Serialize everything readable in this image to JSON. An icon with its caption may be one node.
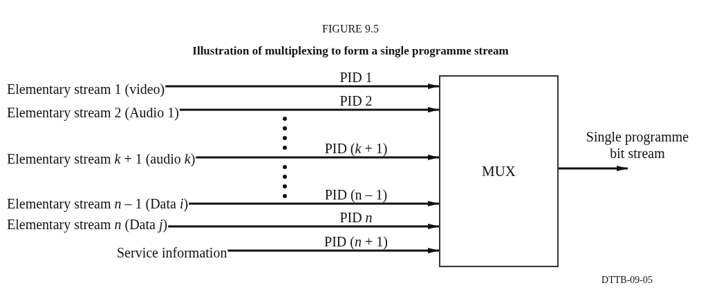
{
  "diagram": {
    "title": "Illustration of multiplexing to form a single programme stream",
    "nodes": [
      {
        "text": [
          "Elementary stream 1 (video)"
        ]
      },
      {
        "text": [
          "Elementary stream 2 (Audio 1)"
        ]
      },
      {
        "text": [
          "Elementary stream *k* + 1 (audio *k*)"
        ]
      },
      {
        "text": [
          "Elementary stream *n* – 1 (Data *i*)"
        ]
      },
      {
        "text": [
          "Elementary stream *n* (Data *j*)"
        ]
      },
      {
        "text": [
          "Service information"
        ]
      },
      {
        "text": [
          "MUX"
        ]
      }
    ],
    "edges": [
      {
        "from": 0,
        "to": 6,
        "arrow": "to",
        "label": "PID 1"
      },
      {
        "from": 1,
        "to": 6,
        "arrow": "to",
        "label": "PID 2"
      },
      {
        "from": 2,
        "to": 6,
        "arrow": "to",
        "label": "PID (*k* + 1)"
      },
      {
        "from": 3,
        "to": 6,
        "arrow": "to",
        "label": "PID (n – 1)"
      },
      {
        "from": 4,
        "to": 6,
        "arrow": "to",
        "label": "PID *n*"
      },
      {
        "from": 5,
        "to": 6,
        "arrow": "to",
        "label": "PID (*n* + 1)"
      },
      {
        "from": 6,
        "to": null,
        "arrow": "to",
        "label": "Single programme bit stream"
      }
    ],
    "labels": [
      "FIGURE 9.5",
      "DTTB-09-05"
    ]
  }
}
